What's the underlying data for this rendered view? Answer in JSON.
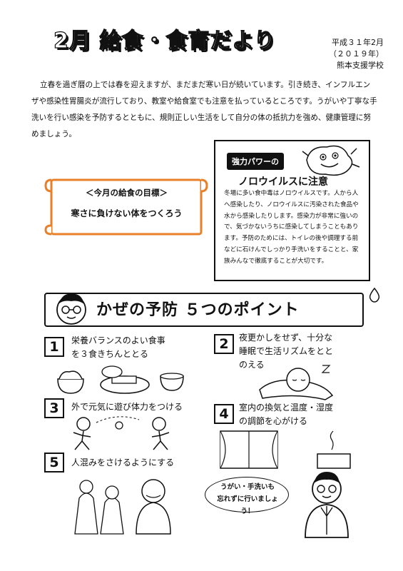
{
  "header": {
    "title": "2月  給食・食育だより",
    "date_line1": "平成３１年2月",
    "date_line2": "（２０１９年）",
    "school": "熊本支援学校"
  },
  "intro": {
    "text": "立春を過ぎ暦の上では春を迎えますが、まだまだ寒い日が続いています。引き続き、インフルエンザや感染性胃腸炎が流行しており、教室や給食室でも注意を払っているところです。うがいや丁寧な手洗いを行い感染を予防するとともに、規則正しい生活をして自分の体の抵抗力を強め、健康管理に努めましょう。"
  },
  "goal": {
    "heading": "＜今月の給食の目標＞",
    "text": "寒さに負けない体をつくろう"
  },
  "norovirus": {
    "tag": "強力パワーの",
    "title": "ノロウイルスに注意",
    "body": "冬場に多い食中毒はノロウイルスです。人から人へ感染したり、ノロウイルスに汚染された食品や水から感染したりします。感染力が非常に強いので、気づかないうちに感染してしまうこともあります。予防のためには、トイレの後や調理する前などに石けんでしっかり手洗いをすることと、家族みんなで徹底することが大切です。"
  },
  "section": {
    "title": "かぜの予防 ５つのポイント"
  },
  "points": [
    {
      "num": "1",
      "line1": "栄養バランスのよい食事",
      "line2": "を３食きちんととる"
    },
    {
      "num": "2",
      "line1": "夜更かしをせず、十分な",
      "line2": "睡眠で生活リズムをとと",
      "line3": "のえる"
    },
    {
      "num": "3",
      "line1": "外で元気に遊び体力をつける"
    },
    {
      "num": "4",
      "line1": "室内の換気と温度・湿度",
      "line2": "の調節を心がける"
    },
    {
      "num": "5",
      "line1": "人混みをさけるようにする"
    }
  ],
  "speech": {
    "line1": "うがい・手洗いも",
    "line2": "忘れずに行いましょう！"
  }
}
